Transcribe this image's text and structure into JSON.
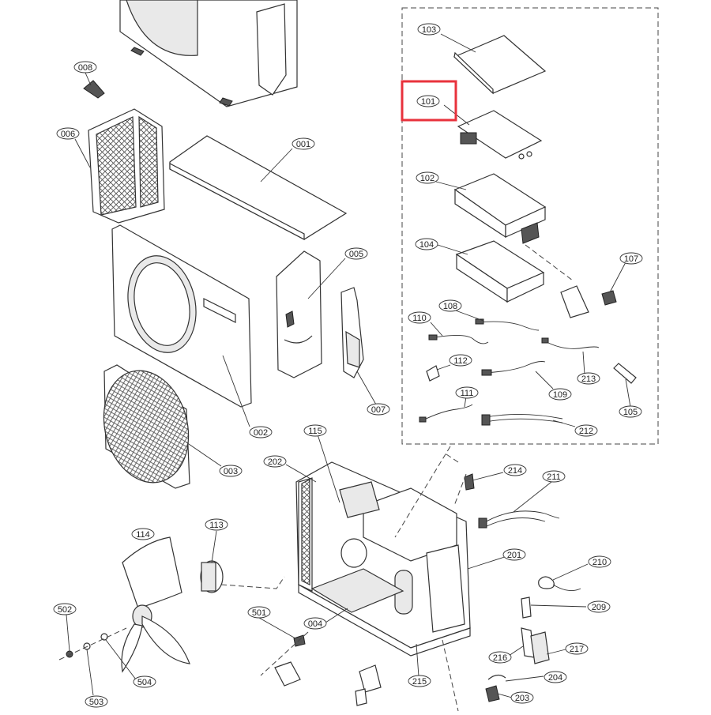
{
  "diagram": {
    "highlighted_part": "101",
    "highlight_color": "#e8323c",
    "labels": [
      "008",
      "006",
      "001",
      "005",
      "002",
      "007",
      "003",
      "103",
      "101",
      "102",
      "104",
      "107",
      "108",
      "110",
      "112",
      "109",
      "213",
      "105",
      "111",
      "212",
      "115",
      "202",
      "214",
      "211",
      "113",
      "114",
      "201",
      "210",
      "209",
      "004",
      "502",
      "501",
      "504",
      "503",
      "215",
      "216",
      "217",
      "204",
      "203"
    ]
  }
}
